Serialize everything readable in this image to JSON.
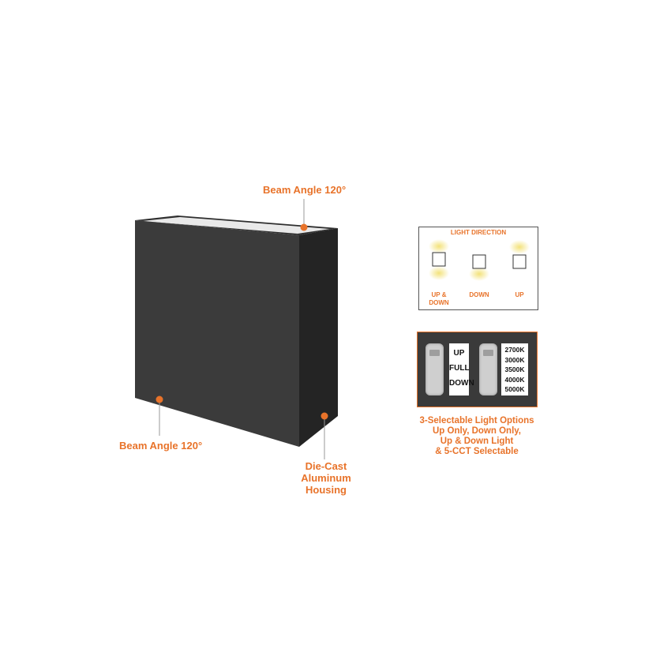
{
  "callouts": {
    "beam_top": "Beam Angle 120°",
    "beam_bottom": "Beam Angle 120°",
    "housing_line1": "Die-Cast",
    "housing_line2": "Aluminum Housing"
  },
  "light_direction": {
    "title": "LIGHT DIRECTION",
    "options": [
      {
        "label_line1": "UP &",
        "label_line2": "DOWN"
      },
      {
        "label_line1": "DOWN",
        "label_line2": ""
      },
      {
        "label_line1": "UP",
        "label_line2": ""
      }
    ]
  },
  "switch_panel": {
    "direction_options": [
      "UP",
      "FULL",
      "DOWN"
    ],
    "cct_options": [
      "2700K",
      "3000K",
      "3500K",
      "4000K",
      "5000K"
    ]
  },
  "options_caption": {
    "line1": "3-Selectable Light Options",
    "line2": "Up Only, Down Only,",
    "line3": "Up & Down Light",
    "line4": "& 5-CCT Selectable"
  },
  "colors": {
    "accent": "#e8732a",
    "fixture": "#3a3a3a",
    "glow": "#f3e27a"
  }
}
